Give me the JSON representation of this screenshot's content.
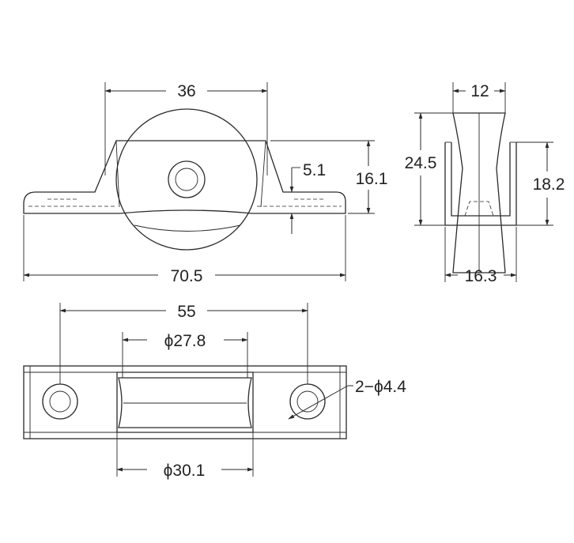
{
  "dimensions": {
    "front_width": "36",
    "front_height": "16.1",
    "front_offset": "5.1",
    "front_length": "70.5",
    "side_top_width": "12",
    "side_height_outer": "24.5",
    "side_height_inner": "18.2",
    "side_bottom_width": "16.3",
    "bottom_hole_spacing": "55",
    "bottom_wheel_dia_top": "ϕ27.8",
    "bottom_wheel_dia_bottom": "ϕ30.1",
    "bottom_holes": "2−ϕ4.4"
  },
  "colors": {
    "line": "#2a2a2a",
    "background": "#ffffff"
  }
}
